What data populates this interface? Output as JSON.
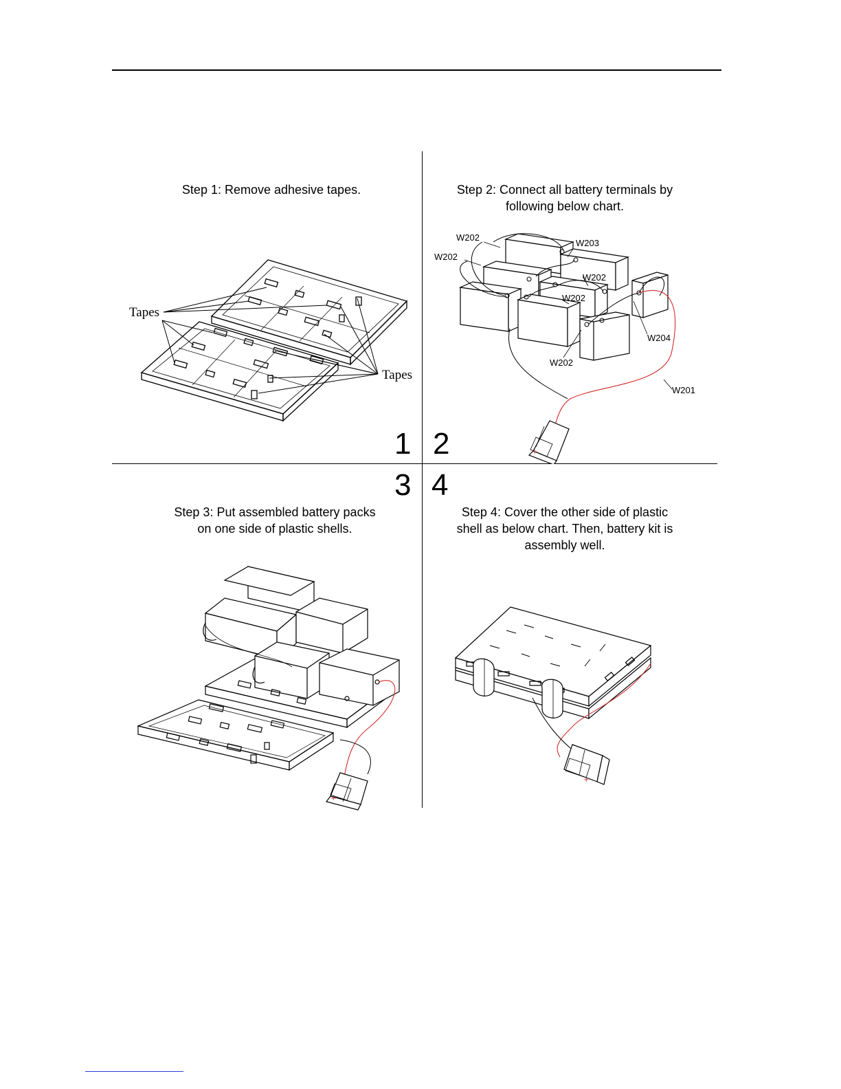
{
  "steps": [
    {
      "caption": "Step 1: Remove adhesive tapes.",
      "number": "1"
    },
    {
      "caption": "Step 2: Connect all battery terminals by\nfollowing below chart.",
      "number": "2"
    },
    {
      "caption": "Step 3: Put assembled battery packs\non one side of plastic shells.",
      "number": "3"
    },
    {
      "caption": "Step 4: Cover the other side of plastic\nshell as below chart. Then, battery kit is\nassembly well.",
      "number": "4"
    }
  ],
  "step1_labels": {
    "tapes_left": "Tapes",
    "tapes_right": "Tapes"
  },
  "step2_labels": {
    "w202_a": "W202",
    "w202_b": "W202",
    "w203": "W203",
    "w202_c": "W202",
    "w202_d": "W202",
    "w204": "W204",
    "w202_e": "W202",
    "w201": "W201"
  },
  "colors": {
    "line": "#000000",
    "wire_red": "#d42a2a",
    "link": "#2a3fd6"
  }
}
